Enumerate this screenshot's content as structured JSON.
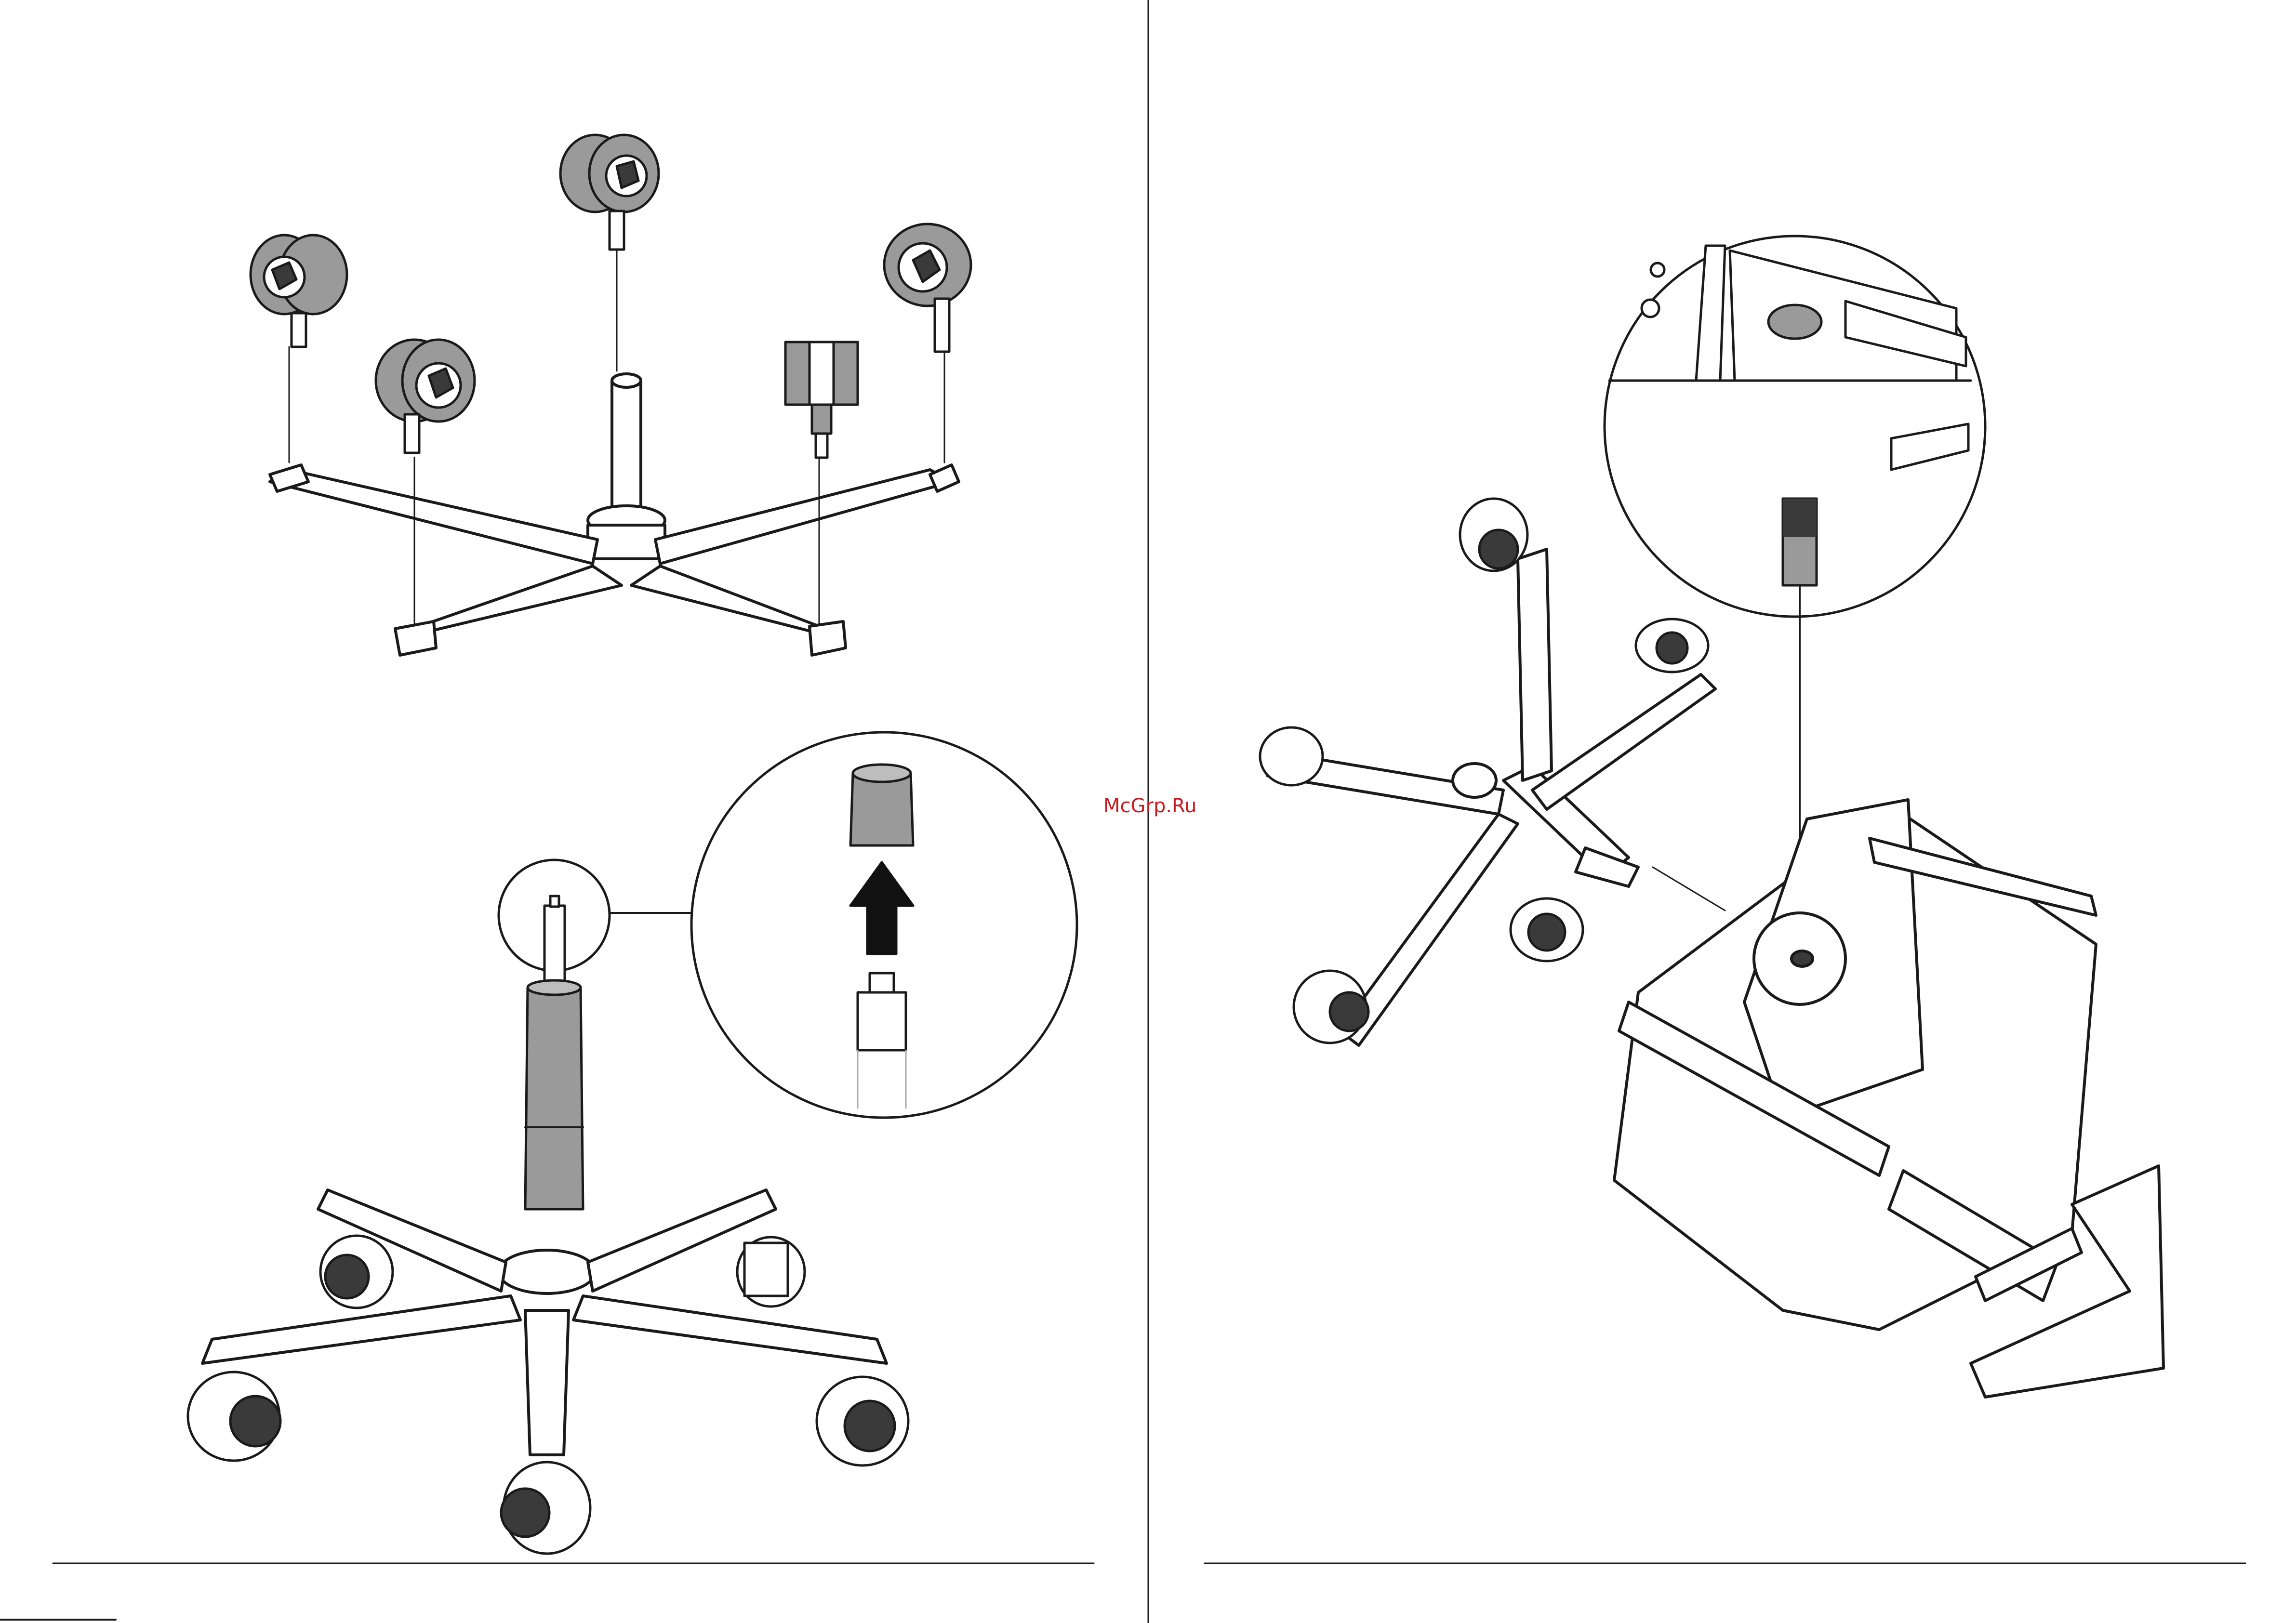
{
  "watermark": {
    "text": "McGrp.Ru",
    "color": "#c8191e"
  },
  "colors": {
    "line": "#1a1a1a",
    "part_fill": "#9a9a9a",
    "arrow": "#111111"
  },
  "steps": [
    {
      "name": "attach-casters",
      "icons": [
        "caster-icon",
        "chair-base-icon"
      ]
    },
    {
      "name": "insert-gas-lift",
      "icons": [
        "gas-lift-icon",
        "cap-removal-arrow-icon",
        "chair-base-icon"
      ]
    },
    {
      "name": "mount-base-to-seat",
      "icons": [
        "chair-base-icon",
        "seat-mechanism-icon",
        "armrest-icon"
      ]
    }
  ]
}
